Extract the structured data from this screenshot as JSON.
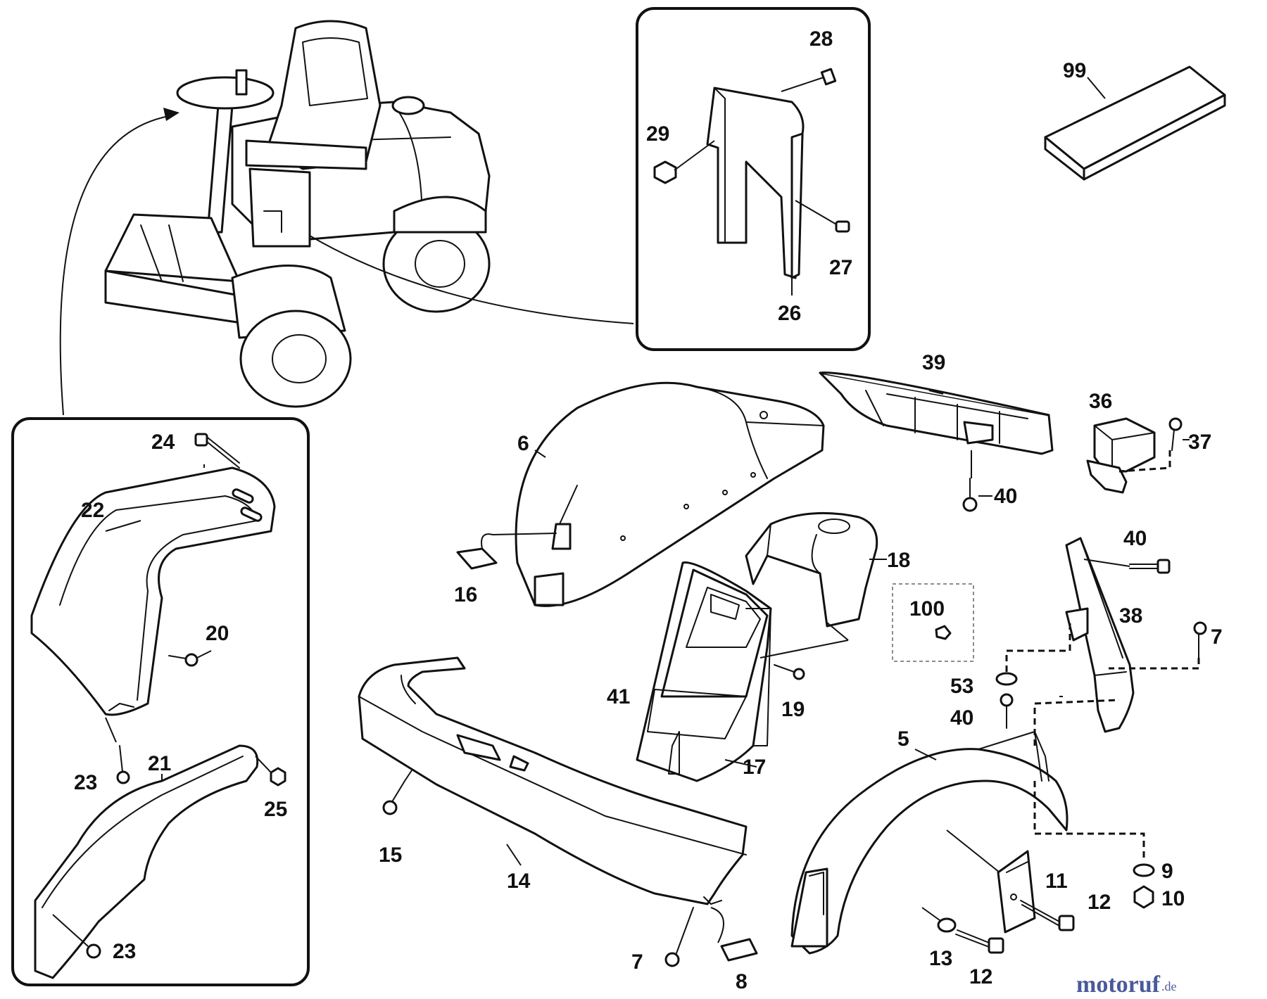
{
  "callouts": {
    "c99": "99",
    "c28": "28",
    "c29": "29",
    "c27": "27",
    "c26": "26",
    "c24": "24",
    "c22": "22",
    "c20": "20",
    "c23a": "23",
    "c21": "21",
    "c25": "25",
    "c23b": "23",
    "c6": "6",
    "c16": "16",
    "c39": "39",
    "c40a": "40",
    "c36": "36",
    "c37": "37",
    "c18": "18",
    "c100": "100",
    "c40b": "40",
    "c38": "38",
    "c7a": "7",
    "c41": "41",
    "c19": "19",
    "c53": "53",
    "c40c": "40",
    "c17": "17",
    "c5": "5",
    "c15": "15",
    "c14": "14",
    "c11": "11",
    "c12a": "12",
    "c9": "9",
    "c10": "10",
    "c7b": "7",
    "c8": "8",
    "c13": "13",
    "c12b": "12"
  },
  "watermark": {
    "name": "motoruf",
    "tld": ".de"
  }
}
